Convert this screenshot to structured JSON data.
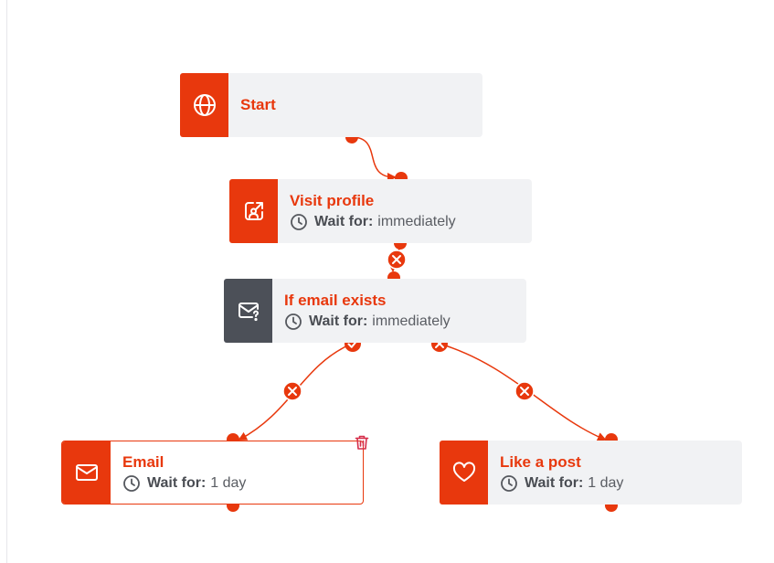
{
  "colors": {
    "accent": "#e8380d",
    "neutral": "#4c5058",
    "card_bg": "#f1f2f4"
  },
  "nodes": {
    "start": {
      "title": "Start",
      "icon": "globe-icon"
    },
    "visit_profile": {
      "title": "Visit profile",
      "icon": "profile-visit-icon",
      "wait_label": "Wait for:",
      "wait_value": "immediately"
    },
    "if_email_exists": {
      "title": "If email exists",
      "icon": "mail-question-icon",
      "wait_label": "Wait for:",
      "wait_value": "immediately"
    },
    "email": {
      "title": "Email",
      "icon": "envelope-icon",
      "wait_label": "Wait for:",
      "wait_value": "1 day"
    },
    "like_post": {
      "title": "Like a post",
      "icon": "heart-icon",
      "wait_label": "Wait for:",
      "wait_value": "1 day"
    }
  }
}
